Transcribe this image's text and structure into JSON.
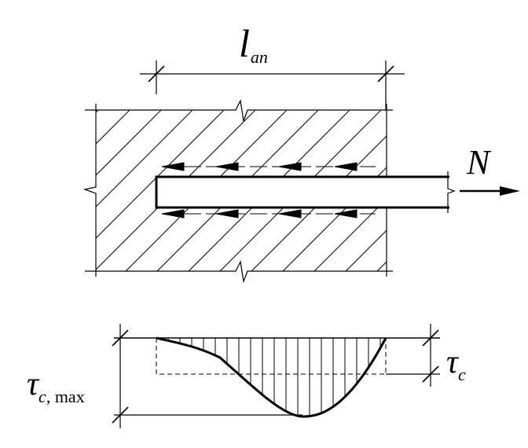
{
  "diagram": {
    "labels": {
      "length_symbol": "l",
      "length_subscript": "an",
      "force": "N",
      "tau_symbol": "τ",
      "tau_c_subscript": "c",
      "tau_max_subscript_italic": "c",
      "tau_max_subscript_rest": ", max"
    },
    "colors": {
      "line": "#000000",
      "background": "#ffffff"
    }
  }
}
